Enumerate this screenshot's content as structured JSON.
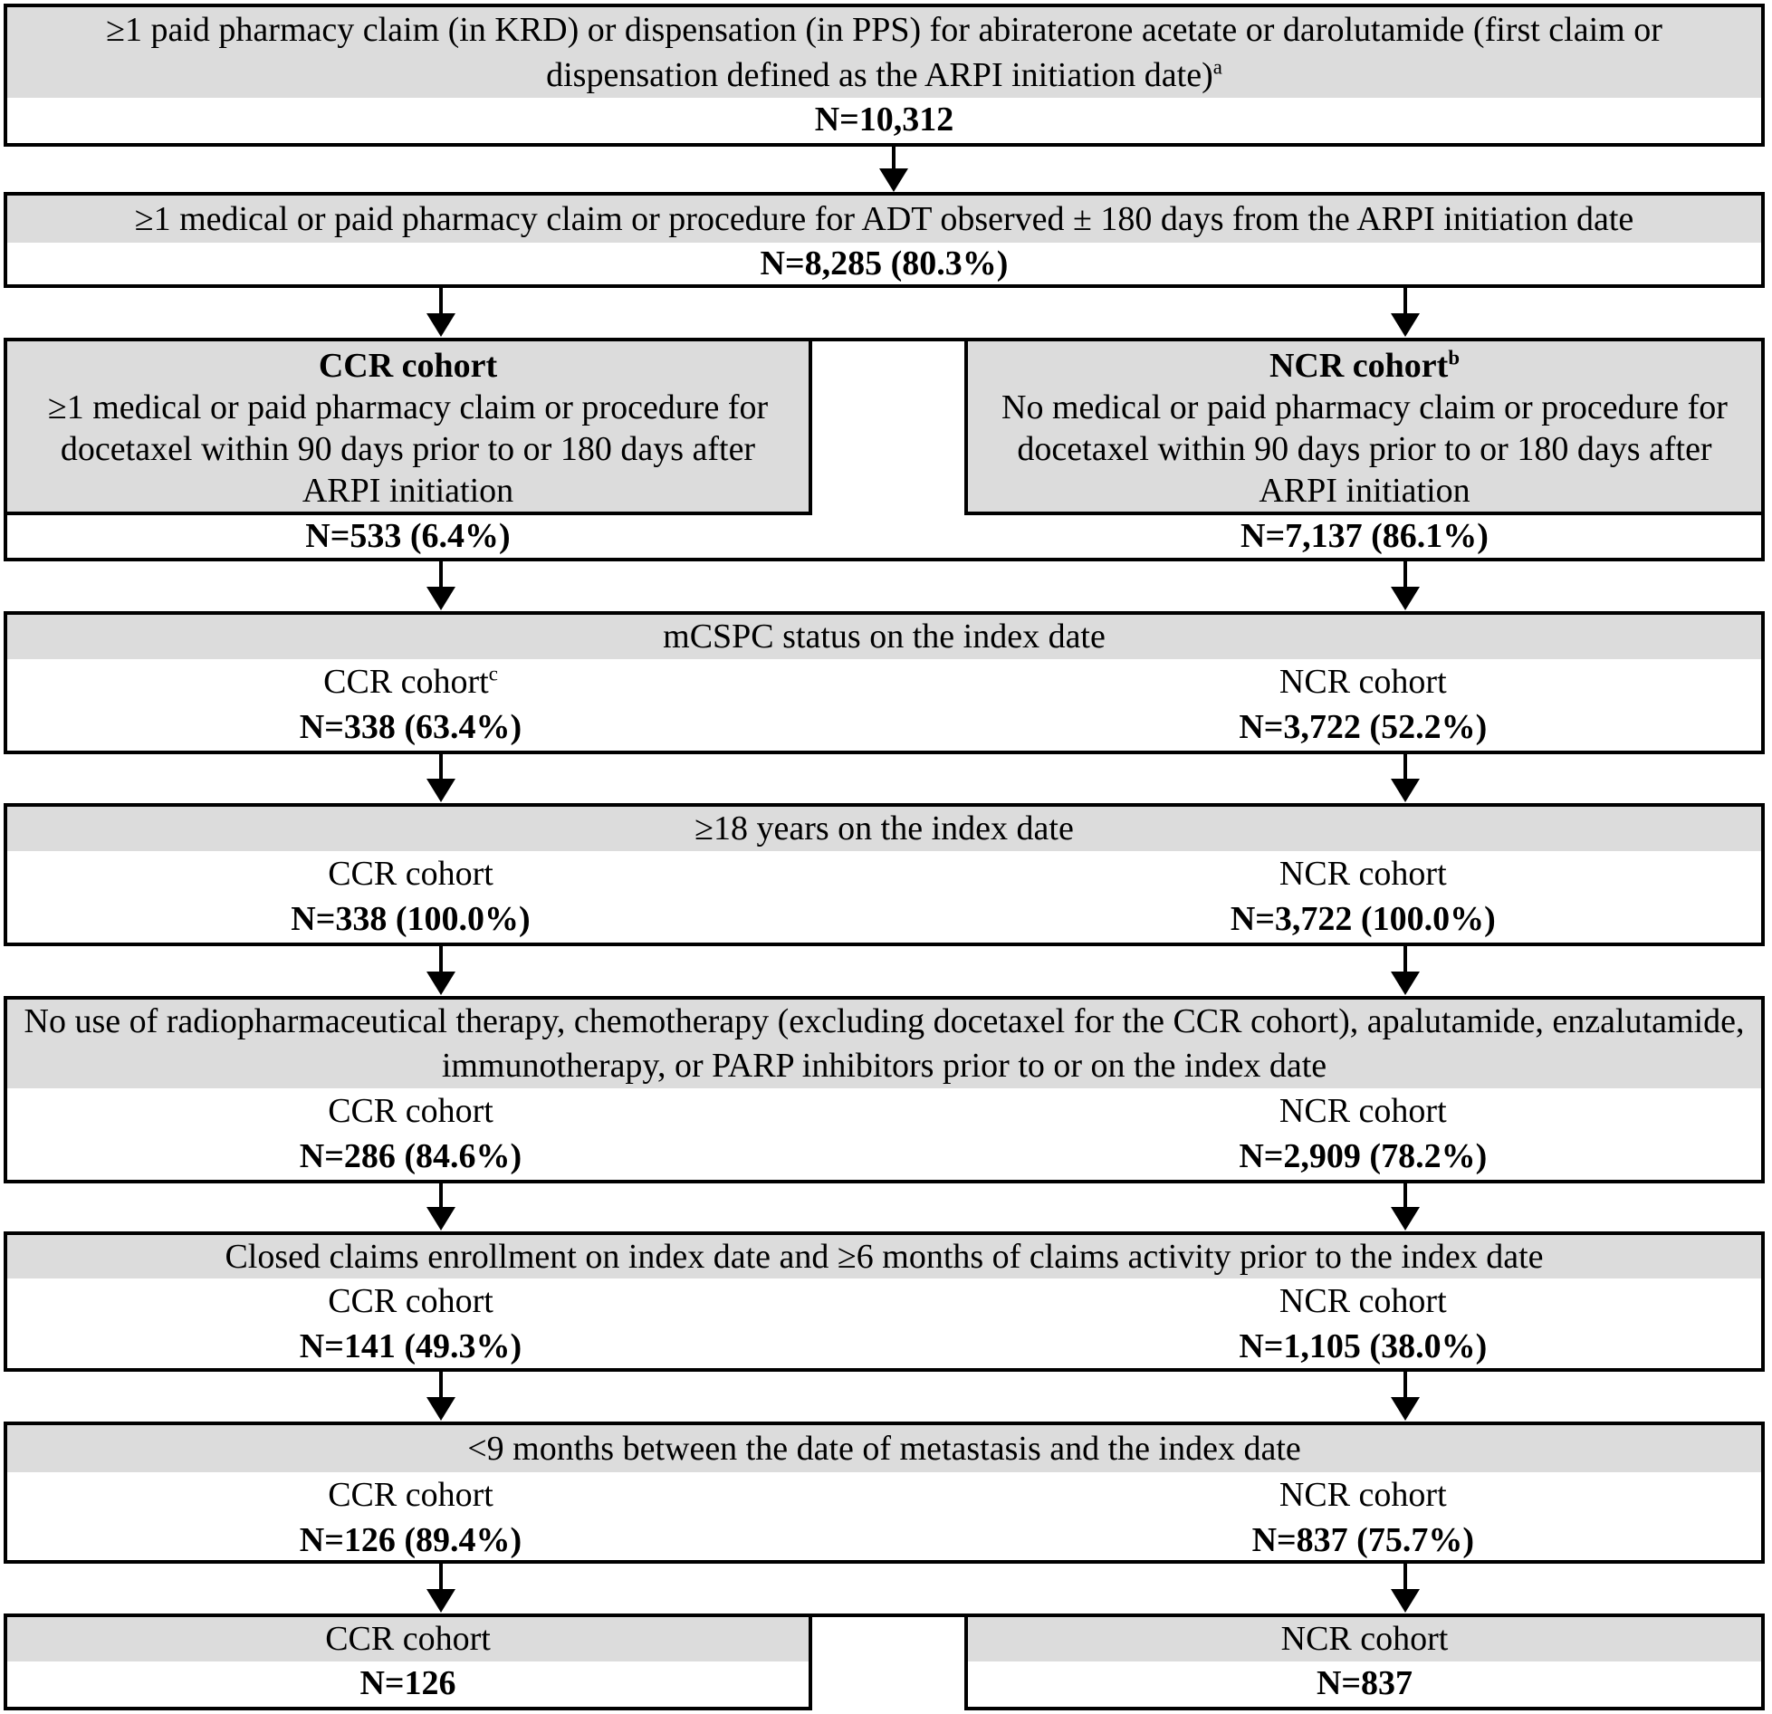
{
  "colors": {
    "gray_fill": "#dcdcdc",
    "line": "#000000",
    "background": "#ffffff"
  },
  "step1": {
    "text": "≥1 paid pharmacy claim (in KRD) or dispensation (in PPS) for abiraterone acetate or darolutamide (first claim or dispensation defined as the ARPI initiation date)",
    "sup": "a",
    "n": "N=10,312"
  },
  "step2": {
    "text": "≥1 medical or paid pharmacy claim or procedure for ADT observed ± 180 days from the ARPI initiation date",
    "n": "N=8,285 (80.3%)"
  },
  "split": {
    "ccr": {
      "title": "CCR cohort",
      "body": "≥1 medical or paid pharmacy claim or procedure for docetaxel within 90 days prior to or 180 days after ARPI initiation",
      "n": "N=533 (6.4%)"
    },
    "ncr": {
      "title": "NCR cohort",
      "sup": "b",
      "body": "No medical or paid pharmacy claim or procedure for docetaxel within 90 days prior to or 180 days after ARPI initiation",
      "n": "N=7,137 (86.1%)"
    }
  },
  "step4": {
    "header": "mCSPC status on the index date",
    "ccr_label": "CCR cohort",
    "ccr_sup": "c",
    "ccr_n": "N=338 (63.4%)",
    "ncr_label": "NCR cohort",
    "ncr_n": "N=3,722 (52.2%)"
  },
  "step5": {
    "header": "≥18 years on the index date",
    "ccr_label": "CCR cohort",
    "ccr_n": "N=338 (100.0%)",
    "ncr_label": "NCR cohort",
    "ncr_n": "N=3,722 (100.0%)"
  },
  "step6": {
    "header": "No use of radiopharmaceutical therapy, chemotherapy (excluding docetaxel for the CCR cohort), apalutamide, enzalutamide, immunotherapy, or PARP inhibitors prior to or on the index date",
    "ccr_label": "CCR cohort",
    "ccr_n": "N=286 (84.6%)",
    "ncr_label": "NCR cohort",
    "ncr_n": "N=2,909 (78.2%)"
  },
  "step7": {
    "header": "Closed claims enrollment on index date and ≥6 months of claims activity prior to the index date",
    "ccr_label": "CCR cohort",
    "ccr_n": "N=141 (49.3%)",
    "ncr_label": "NCR cohort",
    "ncr_n": "N=1,105 (38.0%)"
  },
  "step8": {
    "header": "<9 months between the date of metastasis and the index date",
    "ccr_label": "CCR cohort",
    "ccr_n": "N=126 (89.4%)",
    "ncr_label": "NCR cohort",
    "ncr_n": "N=837 (75.7%)"
  },
  "final": {
    "ccr": {
      "title": "CCR cohort",
      "n": "N=126"
    },
    "ncr": {
      "title": "NCR cohort",
      "n": "N=837"
    }
  }
}
